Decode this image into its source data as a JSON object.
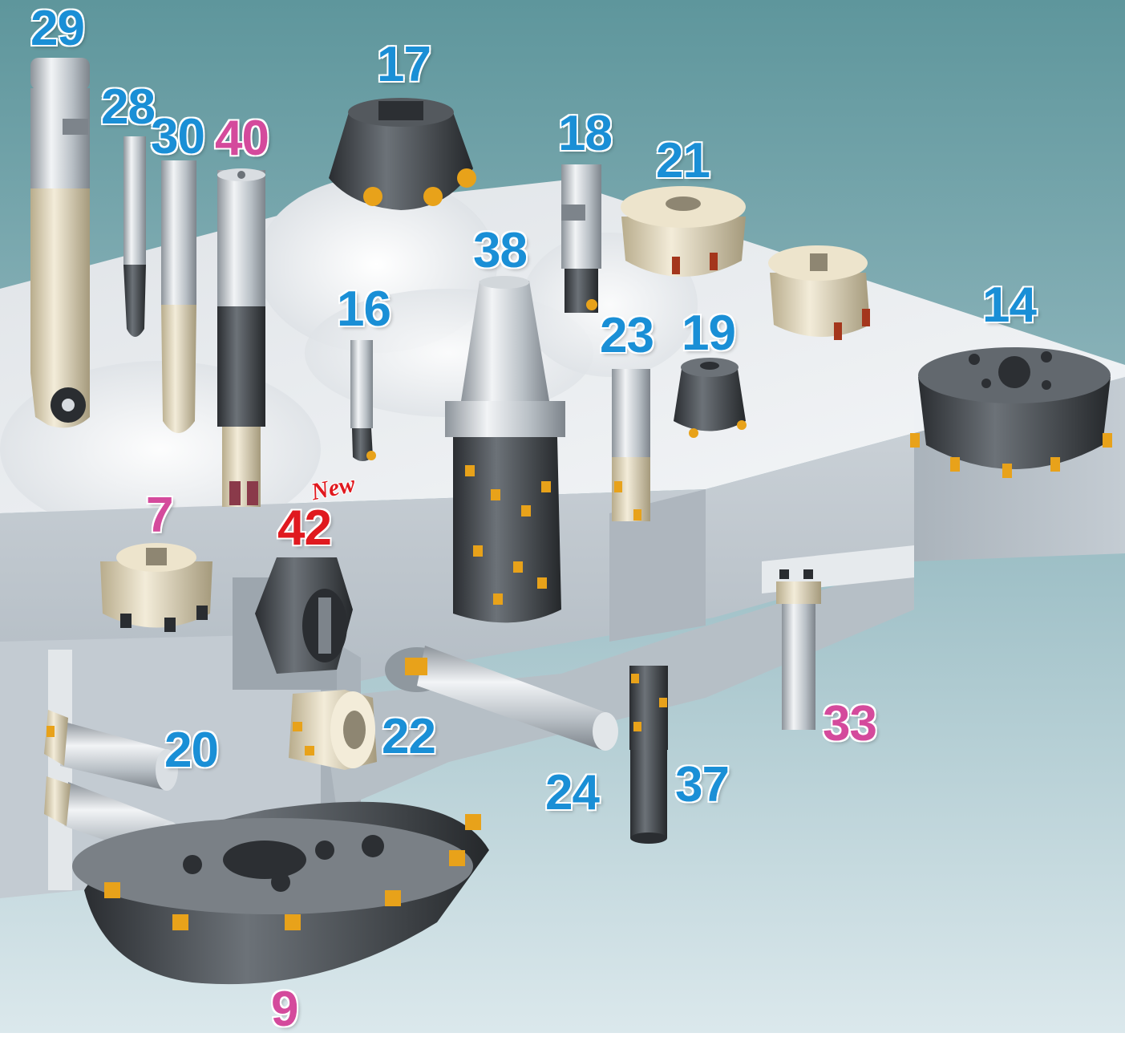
{
  "colors": {
    "bg_top": "#5e969c",
    "bg_bottom": "#d7e6ea",
    "label_blue": "#1a8fd6",
    "label_pink": "#d44a9c",
    "label_red": "#e0191f",
    "insert_gold": "#e8a21a"
  },
  "new_badge": "New",
  "labels": {
    "l29": "29",
    "l28": "28",
    "l30": "30",
    "l40": "40",
    "l17": "17",
    "l18": "18",
    "l21": "21",
    "l38": "38",
    "l16": "16",
    "l23": "23",
    "l19": "19",
    "l14": "14",
    "l7": "7",
    "l42": "42",
    "l20": "20",
    "l22": "22",
    "l24": "24",
    "l37": "37",
    "l33": "33",
    "l9": "9"
  }
}
